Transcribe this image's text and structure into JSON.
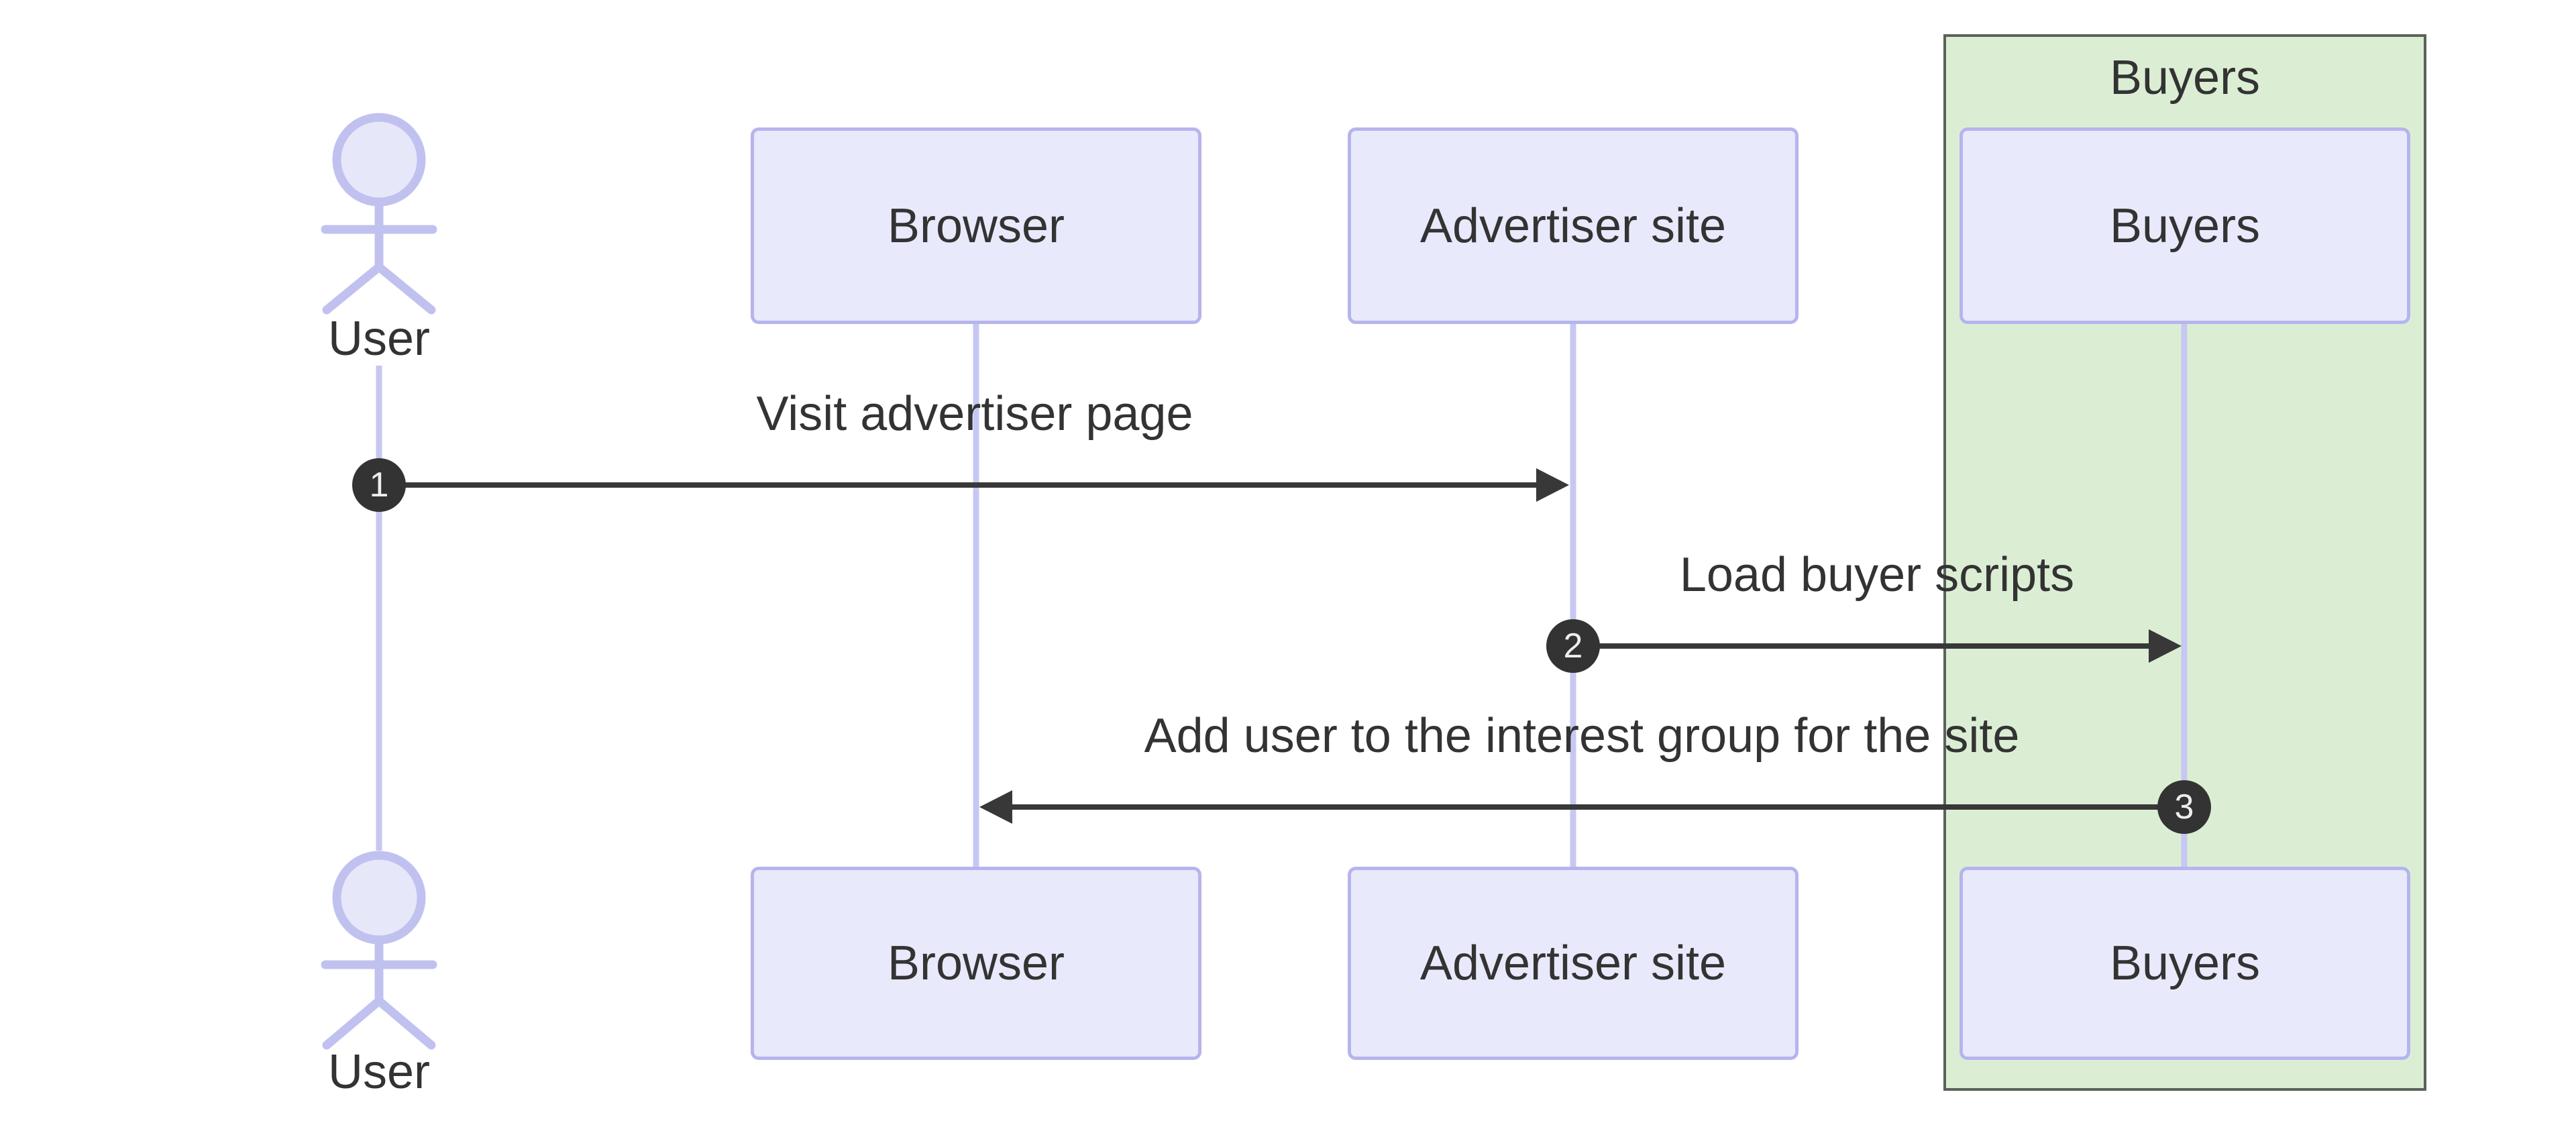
{
  "diagram_type": "sequence-diagram",
  "actors": {
    "user": {
      "label": "User"
    }
  },
  "participants": {
    "browser": {
      "label": "Browser"
    },
    "advertiser": {
      "label": "Advertiser site"
    },
    "buyers": {
      "label": "Buyers"
    }
  },
  "group": {
    "label": "Buyers"
  },
  "messages": [
    {
      "number": "1",
      "text": "Visit advertiser page",
      "from": "User",
      "to": "Advertiser site"
    },
    {
      "number": "2",
      "text": "Load buyer scripts",
      "from": "Advertiser site",
      "to": "Buyers"
    },
    {
      "number": "3",
      "text": "Add user to the interest group for the site",
      "from": "Buyers",
      "to": "Browser"
    }
  ],
  "colors": {
    "participant_fill": "#e9e9fc",
    "participant_border": "#b6b4ee",
    "lifeline": "#c7c7f3",
    "actor_stroke": "#c1c1f0",
    "actor_head_fill": "#e7e7fa",
    "group_fill": "#dbeed4",
    "group_border": "#59635a",
    "arrow": "#383838",
    "number_badge_fill": "#333333",
    "number_badge_text": "#eeeeee",
    "text": "#333333",
    "background": "#ffffff"
  }
}
